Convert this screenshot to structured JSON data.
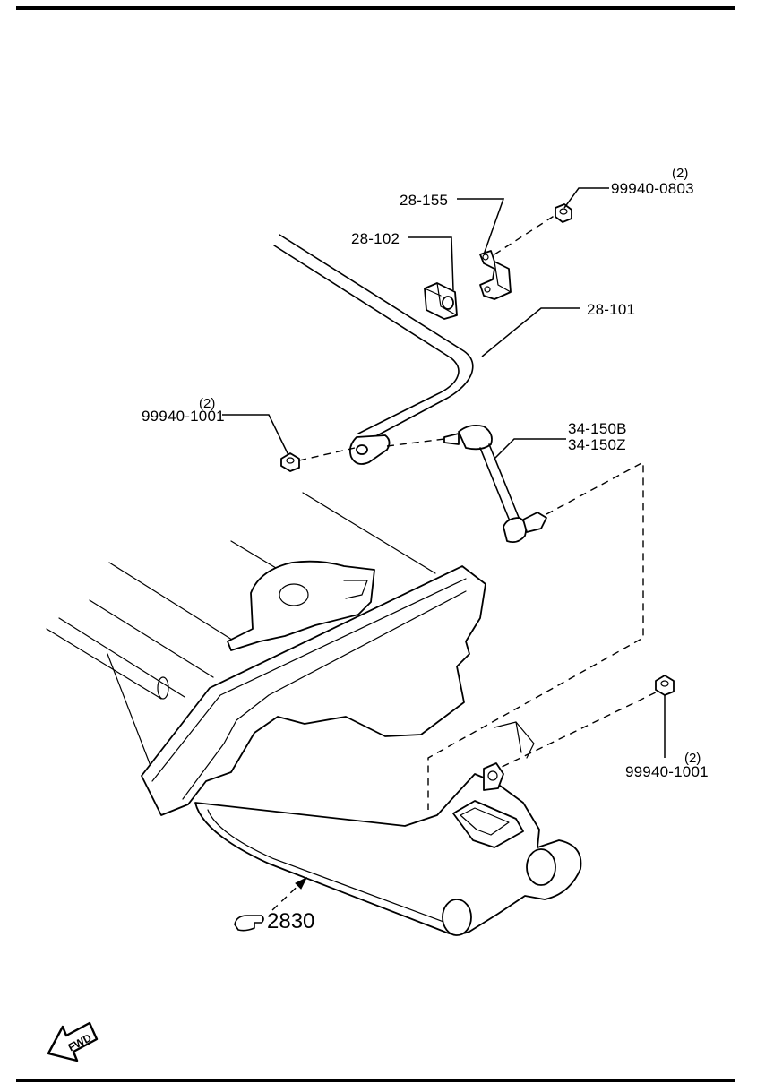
{
  "callouts": [
    {
      "id": "bracket",
      "part": "28-155",
      "qty": ""
    },
    {
      "id": "bushing",
      "part": "28-102",
      "qty": ""
    },
    {
      "id": "bracket-nut",
      "part": "99940-0803",
      "qty": "(2)"
    },
    {
      "id": "stabilizer",
      "part": "28-101",
      "qty": ""
    },
    {
      "id": "link-nut-upper",
      "part": "99940-1001",
      "qty": "(2)"
    },
    {
      "id": "link-left",
      "part": "34-150B",
      "qty": ""
    },
    {
      "id": "link-right",
      "part": "34-150Z",
      "qty": ""
    },
    {
      "id": "link-nut-lower",
      "part": "99940-1001",
      "qty": "(2)"
    }
  ],
  "reference": {
    "label": "2830"
  },
  "direction": {
    "label": "FWD"
  }
}
